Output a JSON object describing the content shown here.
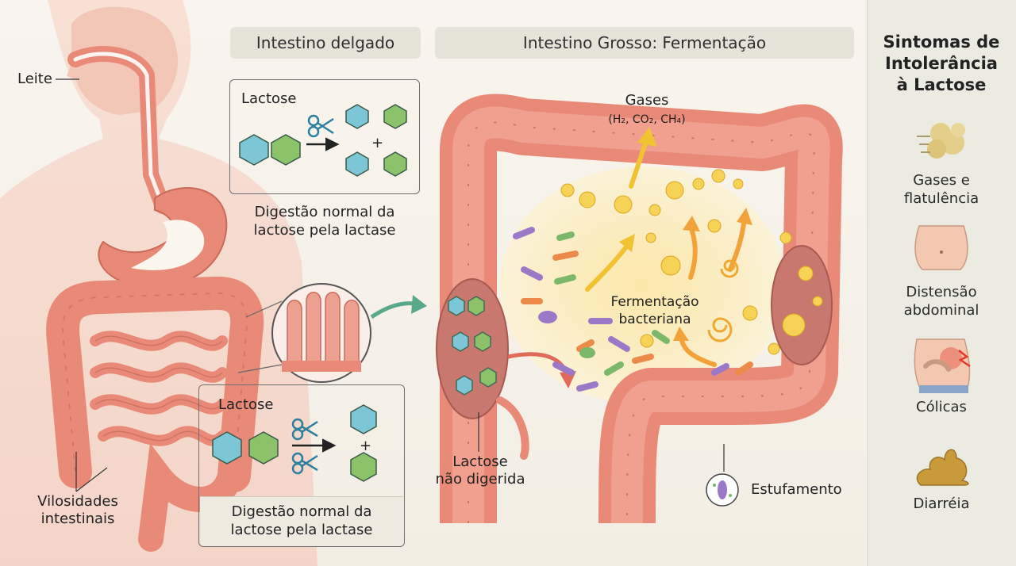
{
  "small_intestine": {
    "header": "Intestino delgado",
    "box1": {
      "lactose_label": "Lactose",
      "caption": "Digestão normal da\nlactose pela lactase"
    },
    "box2": {
      "lactose_label": "Lactose",
      "caption": "Digestão normal da\nlactose pela lactase"
    }
  },
  "large_intestine": {
    "header": "Intestino Grosso: Fermentação",
    "gases_label": "Gases",
    "gases_formula": "(H₂, CO₂, CH₄)",
    "fermentation_label": "Fermentação\nbacteriana",
    "undigested_label": "Lactose\nnão digerida",
    "bloating_label": "Estufamento"
  },
  "body": {
    "milk_label": "Leite",
    "villi_label": "Vilosidades\nintestinais"
  },
  "symptoms": {
    "title": "Sintomas de\nIntolerância\nà Lactose",
    "items": [
      {
        "label": "Gases e\nflatulência",
        "icon": "gas-cloud-icon"
      },
      {
        "label": "Distensão\nabdominal",
        "icon": "bloated-belly-icon"
      },
      {
        "label": "Cólicas",
        "icon": "cramp-icon"
      },
      {
        "label": "Diarréia",
        "icon": "stool-icon"
      }
    ]
  },
  "colors": {
    "intestine": "#e98a78",
    "intestine_dark": "#c96a5a",
    "molecule_blue": "#7cc6d6",
    "molecule_green": "#8cc26a",
    "gas_yellow": "#f1c232",
    "arrow_green": "#5aa88a"
  }
}
